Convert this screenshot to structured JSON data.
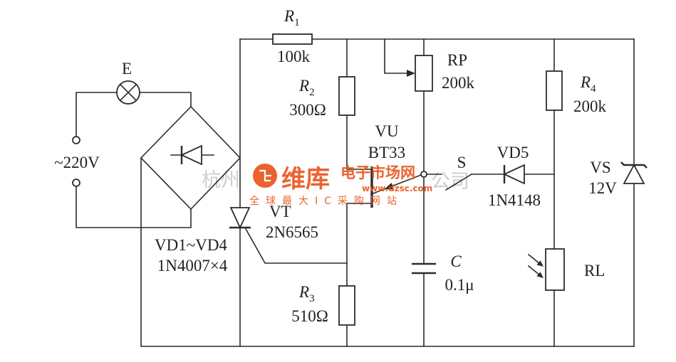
{
  "colors": {
    "ink": "#2b2b2b",
    "logo": "#e9561e",
    "watermark_text": "#cdcdcd"
  },
  "lamp": {
    "label": "E"
  },
  "mains": {
    "label": "~220V"
  },
  "bridge": {
    "label": "VD1~VD4",
    "part": "1N4007×4"
  },
  "r1": {
    "symbol": "R",
    "index": "1",
    "value": "100k"
  },
  "r2": {
    "symbol": "R",
    "index": "2",
    "value": "300Ω"
  },
  "r3": {
    "symbol": "R",
    "index": "3",
    "value": "510Ω"
  },
  "r4": {
    "symbol": "R",
    "index": "4",
    "value": "200k"
  },
  "rp": {
    "label": "RP",
    "value": "200k"
  },
  "vu": {
    "label": "VU",
    "part": "BT33"
  },
  "vt": {
    "label": "VT",
    "part": "2N6565"
  },
  "switch": {
    "label": "S"
  },
  "vd5": {
    "label": "VD5",
    "part": "1N4148"
  },
  "vs": {
    "label": "VS",
    "value": "12V"
  },
  "rl": {
    "label": "RL"
  },
  "c": {
    "label": "C",
    "value": "0.1μ"
  },
  "watermark": {
    "brand": "维库",
    "site_name": "电子市场网",
    "url": "www.dzsc.com",
    "slogan": "全球最大IC采购网站",
    "faint_left": "杭州",
    "faint_right": "公司"
  }
}
